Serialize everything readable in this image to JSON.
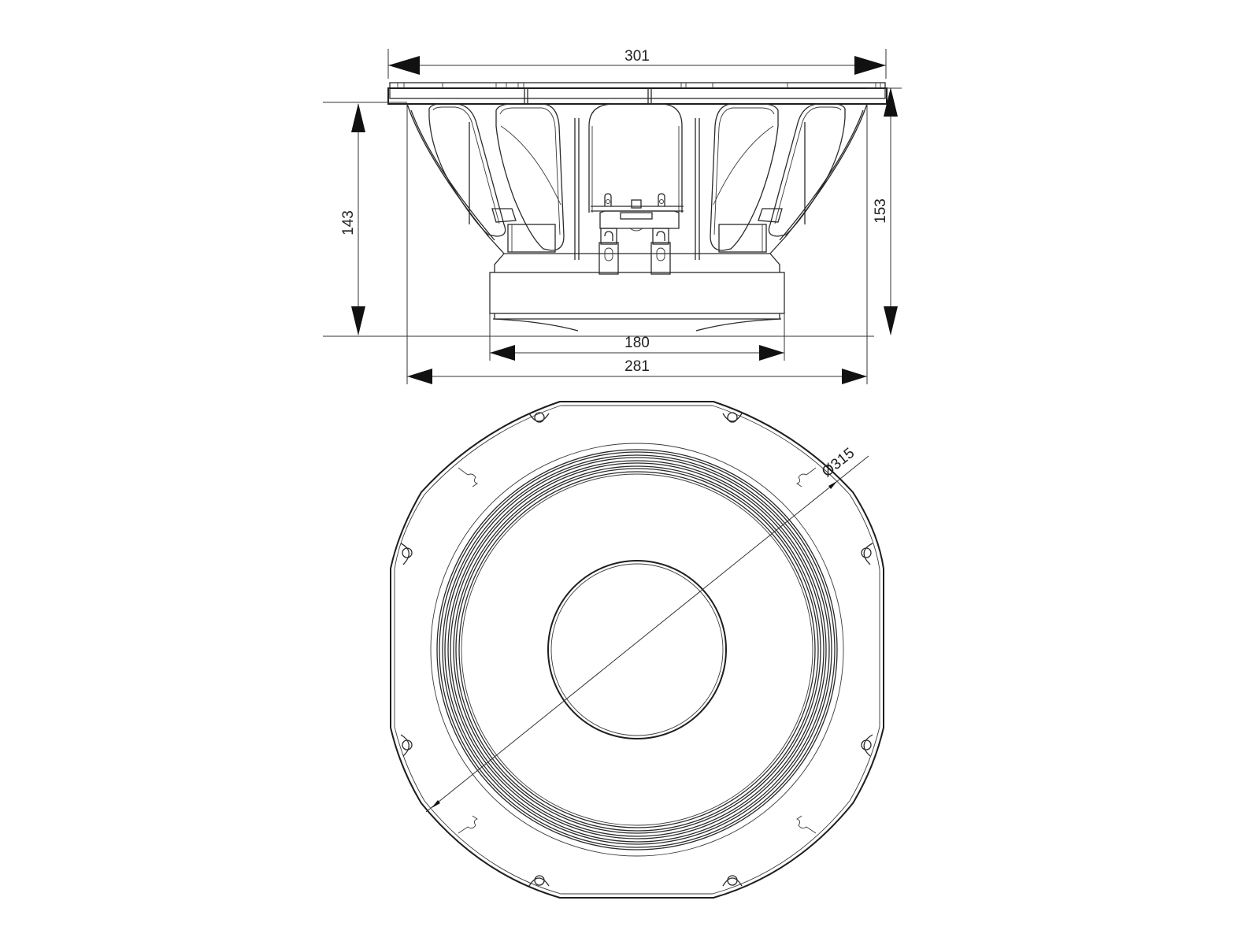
{
  "drawing": {
    "type": "loudspeaker technical drawing",
    "views": [
      "side-view",
      "front-view"
    ],
    "line_color": "#2a2a2a",
    "background": "#ffffff"
  },
  "side_view": {
    "dimensions": {
      "overall_width": "301",
      "basket_depth_left": "143",
      "overall_depth_right": "153",
      "magnet_diameter": "180",
      "basket_width": "281"
    }
  },
  "front_view": {
    "dimensions": {
      "bolt_circle_diameter": "Ø315"
    }
  }
}
